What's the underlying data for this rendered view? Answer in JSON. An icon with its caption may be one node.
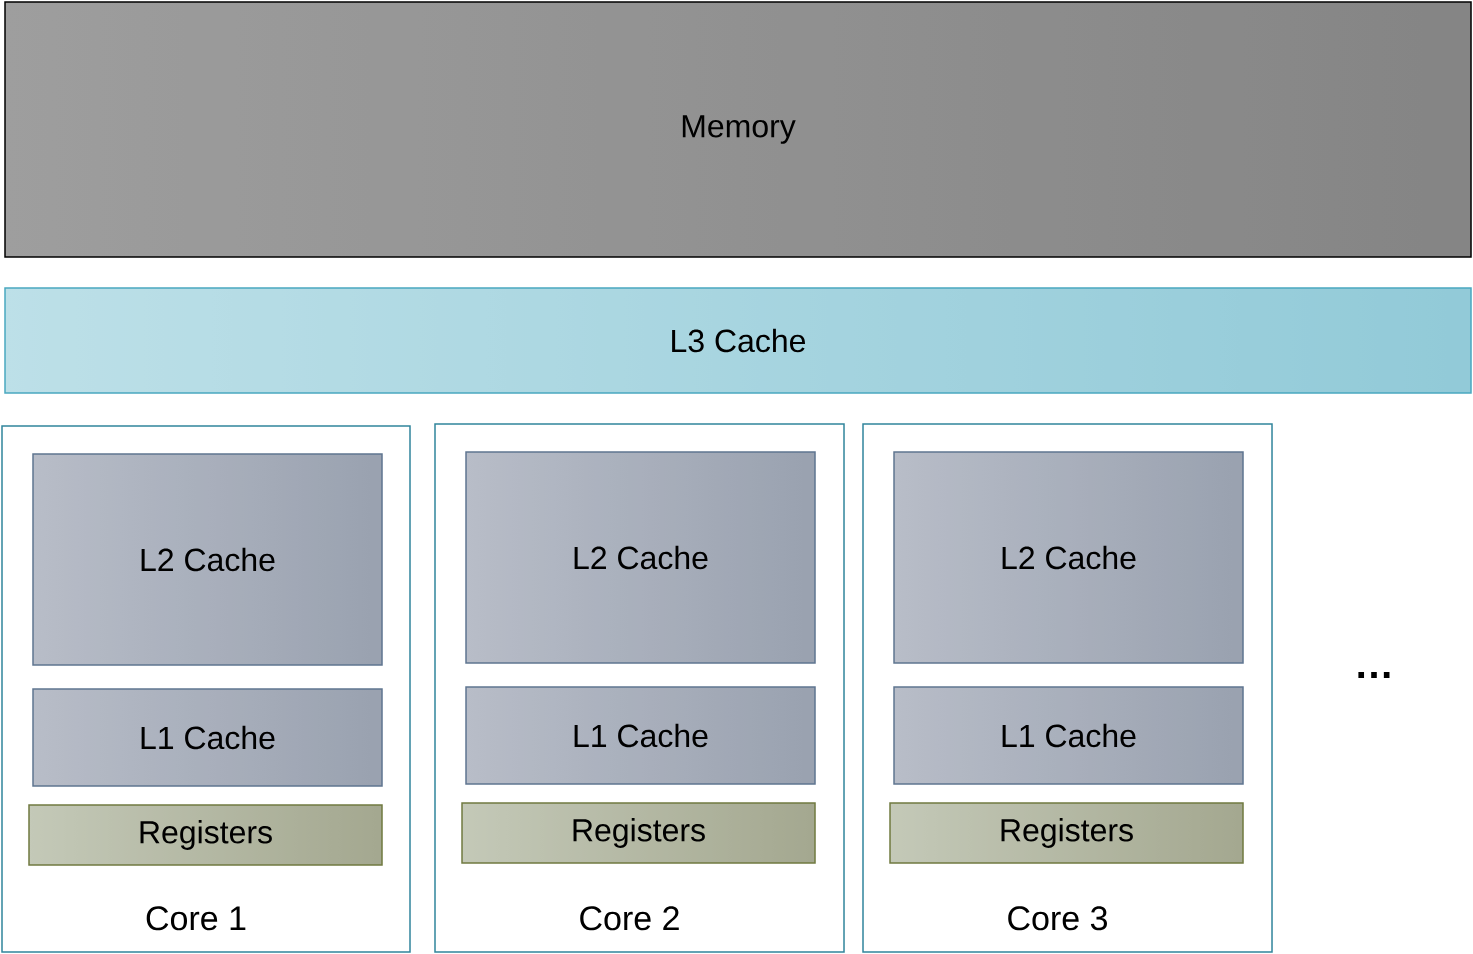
{
  "diagram": {
    "nodes": [
      {
        "text": [
          "Memory"
        ]
      },
      {
        "text": [
          "L3 Cache"
        ]
      },
      {
        "text": [
          "Core 1"
        ]
      },
      {
        "text": [
          "L2 Cache"
        ],
        "in": 2
      },
      {
        "text": [
          "L1 Cache"
        ],
        "in": 2
      },
      {
        "text": [
          "Registers"
        ],
        "in": 2
      },
      {
        "text": [
          "Core 2"
        ]
      },
      {
        "text": [
          "L2 Cache"
        ],
        "in": 6
      },
      {
        "text": [
          "L1 Cache"
        ],
        "in": 6
      },
      {
        "text": [
          "Registers"
        ],
        "in": 6
      },
      {
        "text": [
          "Core 3"
        ]
      },
      {
        "text": [
          "L2 Cache"
        ],
        "in": 10
      },
      {
        "text": [
          "L1 Cache"
        ],
        "in": 10
      },
      {
        "text": [
          "Registers"
        ],
        "in": 10
      }
    ],
    "labels": [
      "…"
    ]
  }
}
